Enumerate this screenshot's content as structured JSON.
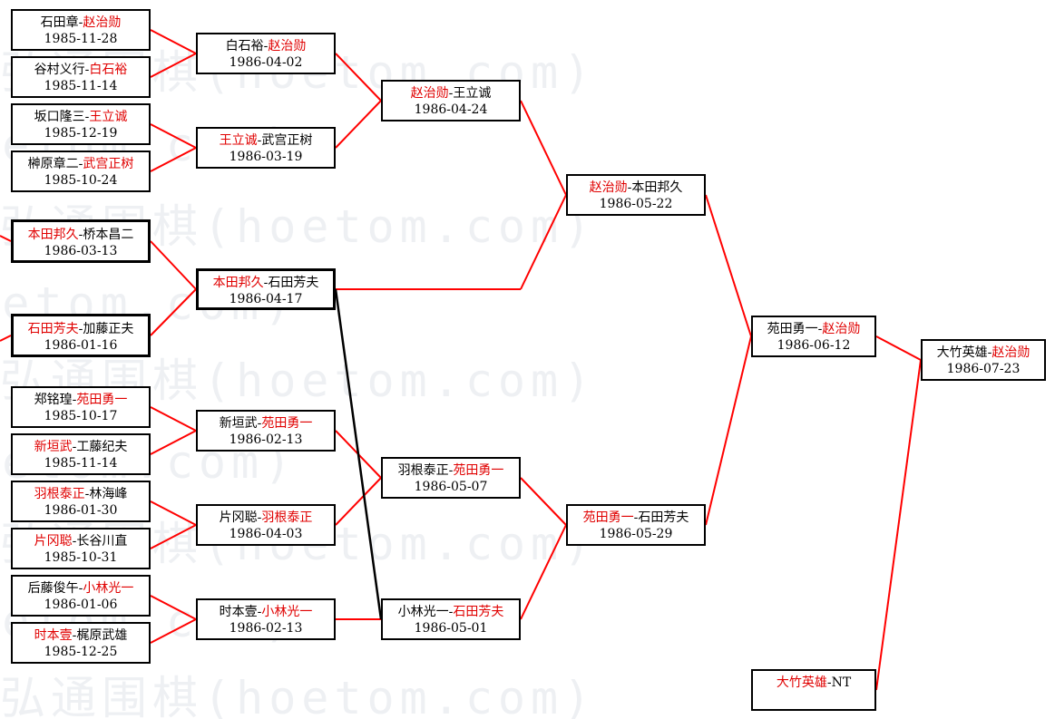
{
  "watermark": "弘通围棋(hoetom.com)",
  "colors": {
    "winner": "#e00000",
    "connector_red": "#ff0000",
    "connector_black": "#000000"
  },
  "matches": [
    {
      "id": "m1",
      "p1": "石田章",
      "p2": "赵治勋",
      "winner": 2,
      "date": "1985-11-28"
    },
    {
      "id": "m2",
      "p1": "谷村义行",
      "p2": "白石裕",
      "winner": 2,
      "date": "1985-11-14"
    },
    {
      "id": "m3",
      "p1": "坂口隆三",
      "p2": "王立诚",
      "winner": 2,
      "date": "1985-12-19"
    },
    {
      "id": "m4",
      "p1": "榊原章二",
      "p2": "武宫正树",
      "winner": 2,
      "date": "1985-10-24"
    },
    {
      "id": "m5",
      "p1": "本田邦久",
      "p2": "桥本昌二",
      "winner": 1,
      "date": "1986-03-13"
    },
    {
      "id": "m6",
      "p1": "石田芳夫",
      "p2": "加藤正夫",
      "winner": 1,
      "date": "1986-01-16"
    },
    {
      "id": "m7",
      "p1": "郑铭瑝",
      "p2": "苑田勇一",
      "winner": 2,
      "date": "1985-10-17"
    },
    {
      "id": "m8",
      "p1": "新垣武",
      "p2": "工藤纪夫",
      "winner": 1,
      "date": "1985-11-14"
    },
    {
      "id": "m9",
      "p1": "羽根泰正",
      "p2": "林海峰",
      "winner": 1,
      "date": "1986-01-30"
    },
    {
      "id": "m10",
      "p1": "片冈聪",
      "p2": "长谷川直",
      "winner": 1,
      "date": "1985-10-31"
    },
    {
      "id": "m11",
      "p1": "后藤俊午",
      "p2": "小林光一",
      "winner": 2,
      "date": "1986-01-06"
    },
    {
      "id": "m12",
      "p1": "时本壹",
      "p2": "梶原武雄",
      "winner": 1,
      "date": "1985-12-25"
    },
    {
      "id": "m13",
      "p1": "白石裕",
      "p2": "赵治勋",
      "winner": 2,
      "date": "1986-04-02"
    },
    {
      "id": "m14",
      "p1": "王立诚",
      "p2": "武宫正树",
      "winner": 1,
      "date": "1986-03-19"
    },
    {
      "id": "m15",
      "p1": "本田邦久",
      "p2": "石田芳夫",
      "winner": 1,
      "date": "1986-04-17"
    },
    {
      "id": "m16",
      "p1": "新垣武",
      "p2": "苑田勇一",
      "winner": 2,
      "date": "1986-02-13"
    },
    {
      "id": "m17",
      "p1": "片冈聪",
      "p2": "羽根泰正",
      "winner": 2,
      "date": "1986-04-03"
    },
    {
      "id": "m18",
      "p1": "时本壹",
      "p2": "小林光一",
      "winner": 2,
      "date": "1986-02-13"
    },
    {
      "id": "m19",
      "p1": "赵治勋",
      "p2": "王立诚",
      "winner": 1,
      "date": "1986-04-24"
    },
    {
      "id": "m20",
      "p1": "羽根泰正",
      "p2": "苑田勇一",
      "winner": 2,
      "date": "1986-05-07"
    },
    {
      "id": "m21",
      "p1": "小林光一",
      "p2": "石田芳夫",
      "winner": 2,
      "date": "1986-05-01"
    },
    {
      "id": "m22",
      "p1": "赵治勋",
      "p2": "本田邦久",
      "winner": 1,
      "date": "1986-05-22"
    },
    {
      "id": "m23",
      "p1": "苑田勇一",
      "p2": "石田芳夫",
      "winner": 1,
      "date": "1986-05-29"
    },
    {
      "id": "m24",
      "p1": "苑田勇一",
      "p2": "赵治勋",
      "winner": 2,
      "date": "1986-06-12"
    },
    {
      "id": "m25",
      "p1": "大竹英雄",
      "p2": "NT",
      "winner": 1,
      "date": ""
    },
    {
      "id": "m26",
      "p1": "大竹英雄",
      "p2": "赵治勋",
      "winner": 2,
      "date": "1986-07-23"
    }
  ]
}
